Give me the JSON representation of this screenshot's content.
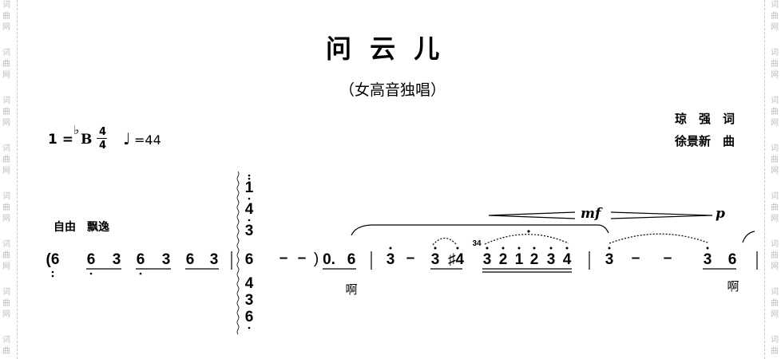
{
  "watermark": {
    "chars": [
      "词",
      "曲",
      "网"
    ]
  },
  "title": "问 云 儿",
  "subtitle": "（女高音独唱）",
  "header": {
    "key": "1 =",
    "flat": "♭",
    "key_note": "B",
    "time_top": "4",
    "time_bottom": "4",
    "tempo_note": "♩",
    "tempo": "=44",
    "lyricist": "琼　强　词",
    "composer": "徐景新　曲"
  },
  "expression": "自由　飘逸",
  "dynamics": {
    "first": "mf",
    "second": "p"
  },
  "notes": {
    "intro": [
      "(6",
      "6",
      "3",
      "6",
      "3",
      "6",
      "3"
    ],
    "chord_upper": [
      "1",
      "4",
      "3"
    ],
    "chord_mid": "6",
    "chord_lower": [
      "4",
      "3",
      "6"
    ],
    "rest1": "–",
    "rest2": "–",
    "close_paren": ")",
    "pickup": [
      "0.",
      "6"
    ],
    "m2": [
      "3",
      "–",
      "3",
      "♯4"
    ],
    "grace": "34",
    "run": [
      "3",
      "2",
      "1",
      "2",
      "3",
      "4"
    ],
    "m3": [
      "3",
      "–",
      "–",
      "3",
      "6"
    ]
  },
  "lyrics": [
    "啊",
    "啊"
  ]
}
